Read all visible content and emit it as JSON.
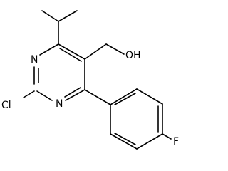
{
  "molecule": {
    "atoms": {
      "n_top": "N",
      "n_bottom": "N",
      "chlorine": "Cl",
      "hydroxyl": "OH",
      "fluorine": "F"
    }
  }
}
